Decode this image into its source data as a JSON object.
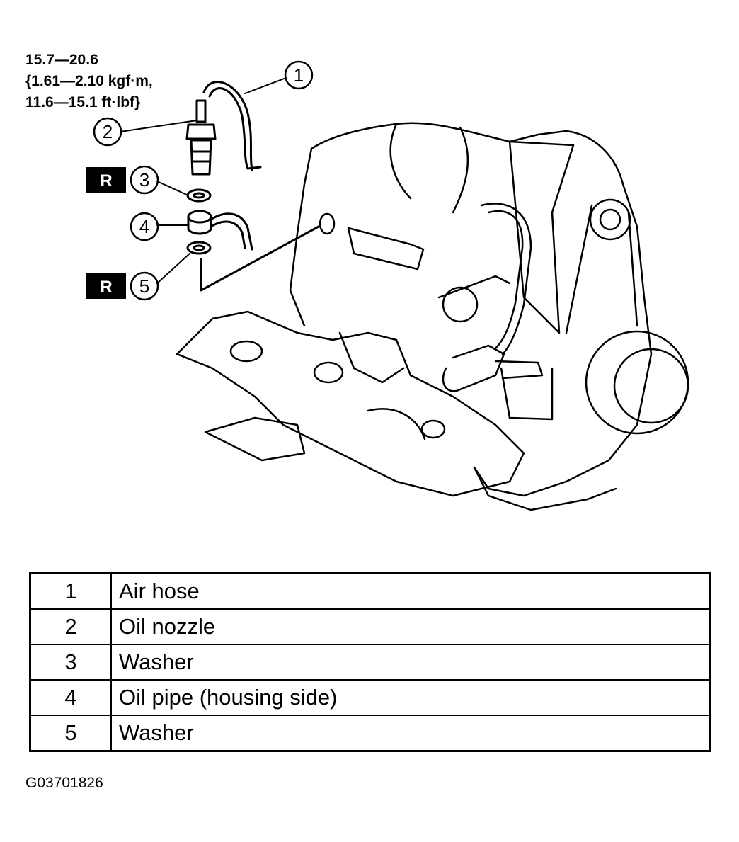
{
  "torque_spec": {
    "line1": "15.7—20.6",
    "line2": "{1.61—2.10 kgf·m,",
    "line3": "11.6—15.1 ft·lbf}"
  },
  "callouts": [
    {
      "number": "1"
    },
    {
      "number": "2"
    },
    {
      "number": "3",
      "replace_badge": "R"
    },
    {
      "number": "4"
    },
    {
      "number": "5",
      "replace_badge": "R"
    }
  ],
  "parts_table": {
    "rows": [
      {
        "number": "1",
        "description": "Air hose"
      },
      {
        "number": "2",
        "description": "Oil nozzle"
      },
      {
        "number": "3",
        "description": "Washer"
      },
      {
        "number": "4",
        "description": "Oil pipe (housing side)"
      },
      {
        "number": "5",
        "description": "Washer"
      }
    ]
  },
  "figure_code": "G03701826"
}
